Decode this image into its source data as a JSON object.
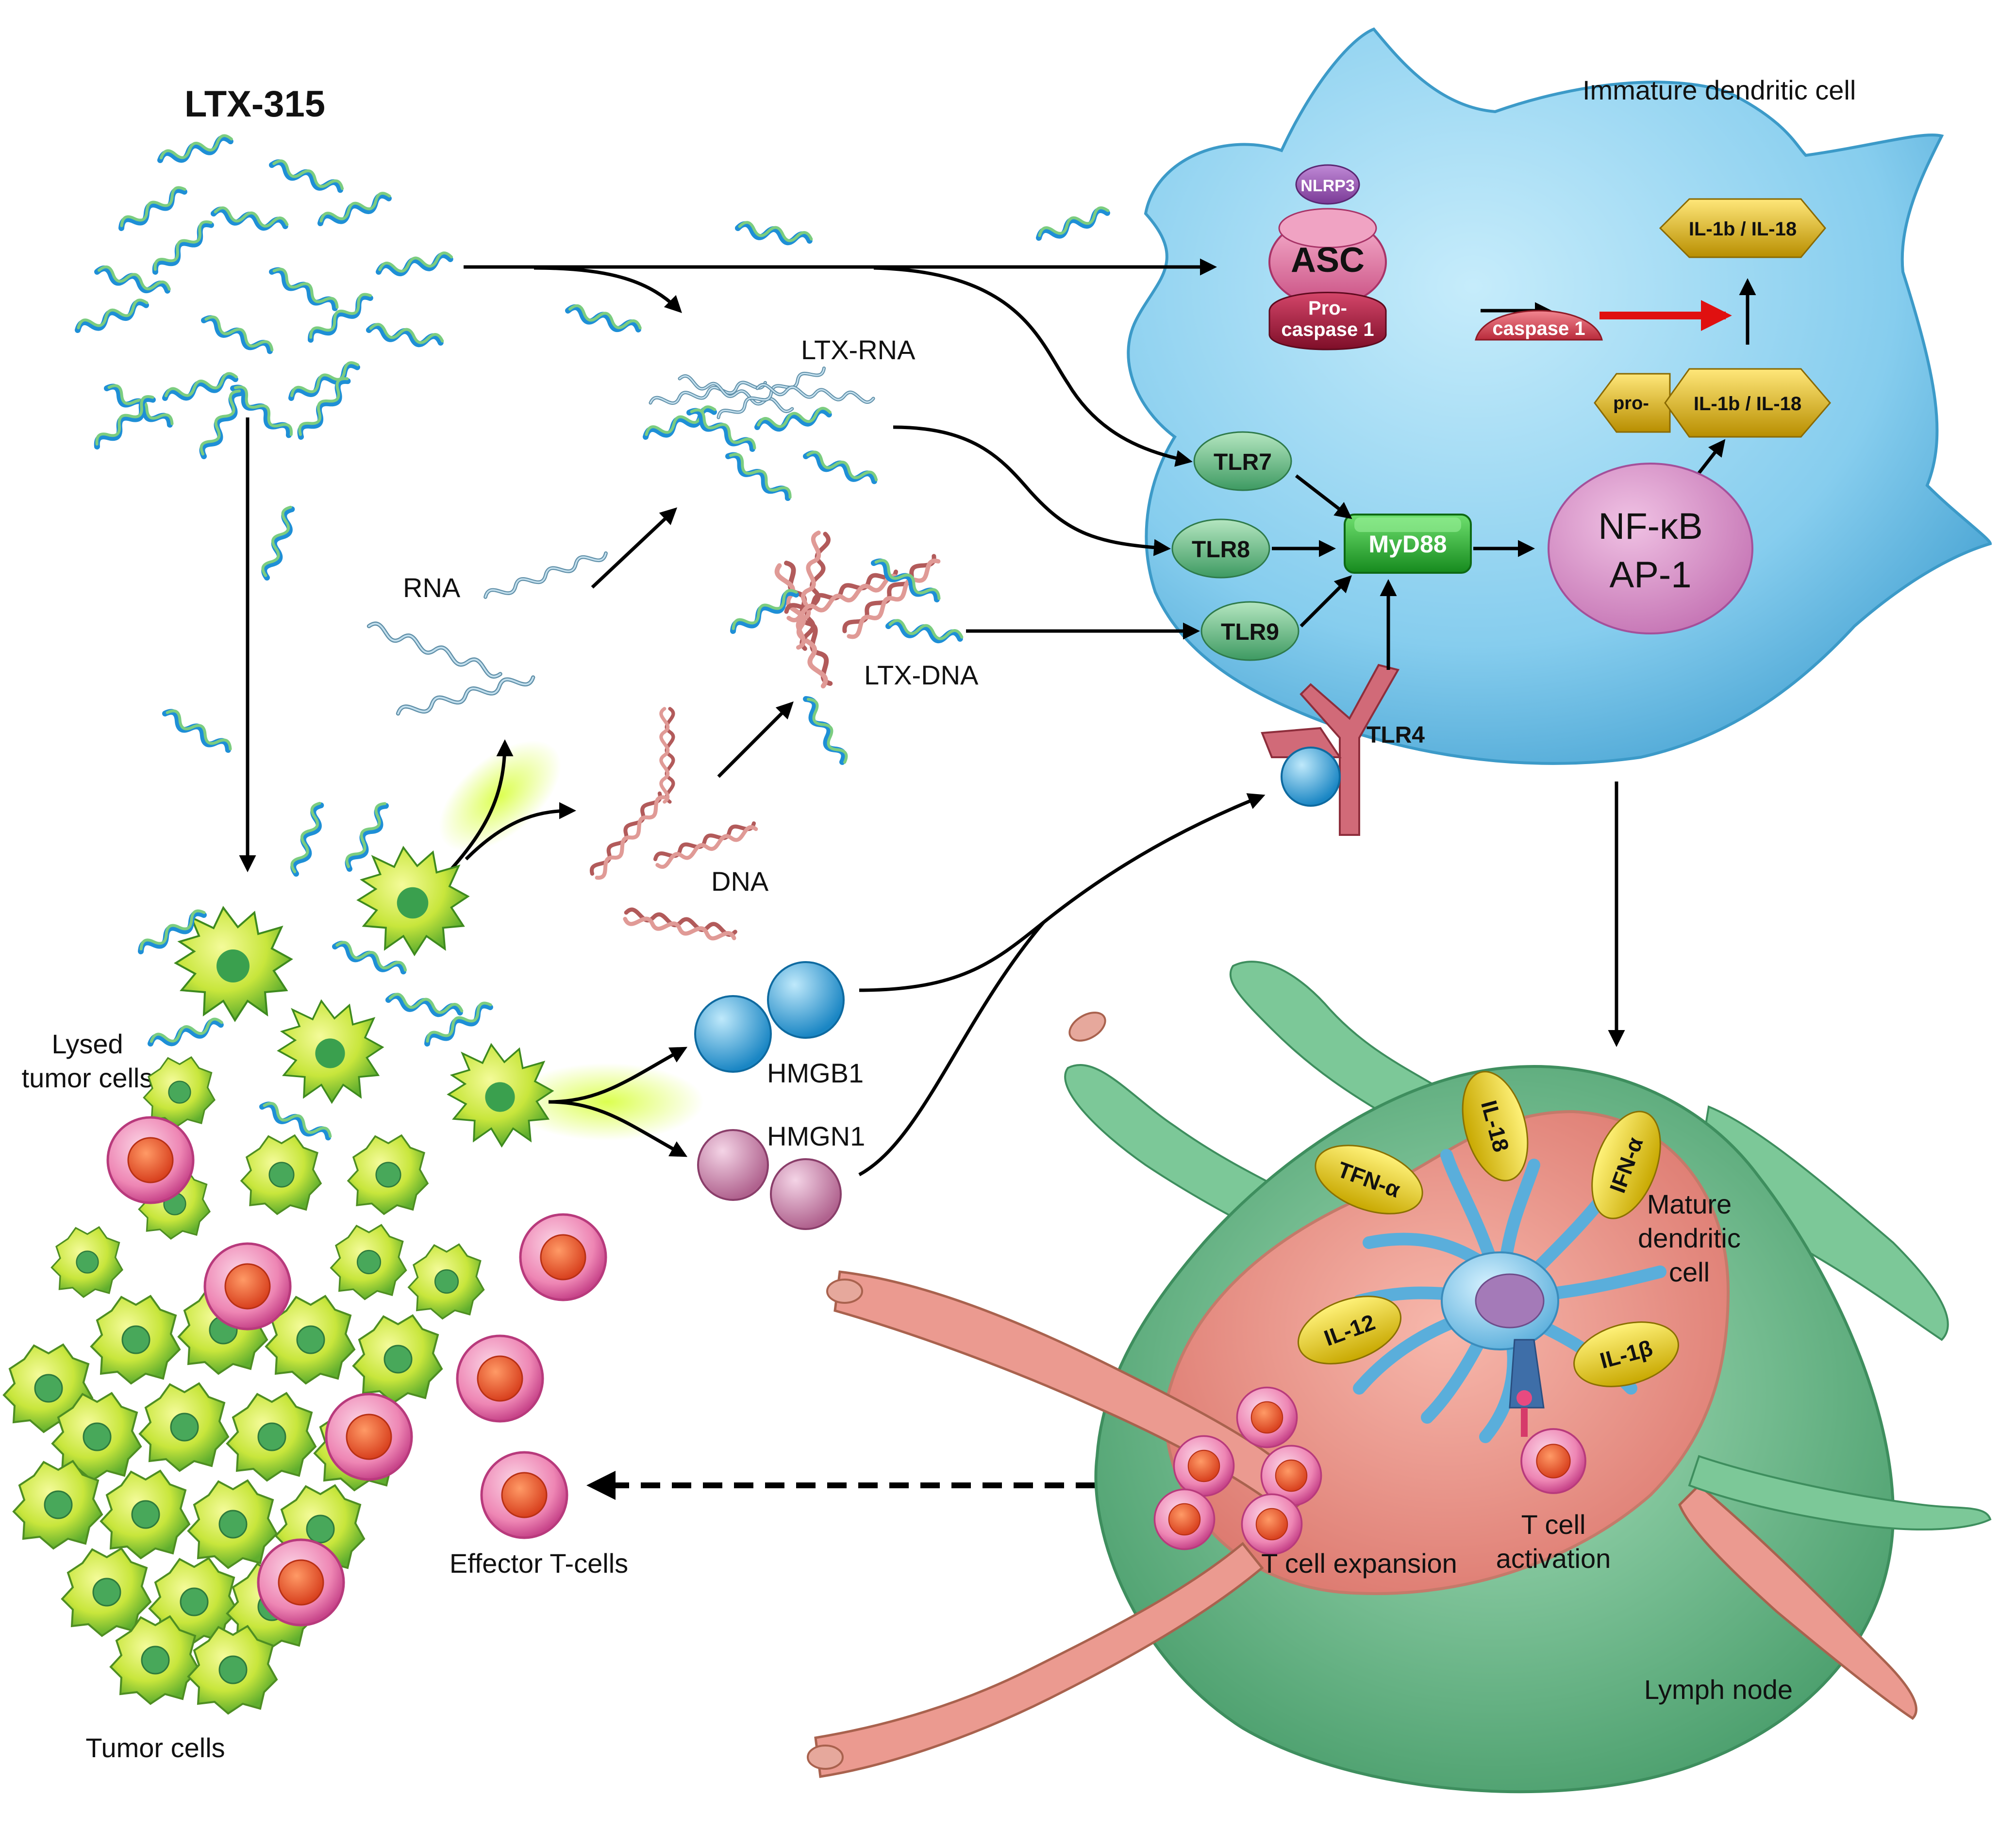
{
  "labels": {
    "ltx315": "LTX-315",
    "immature_dc": "Immature dendritic cell",
    "ltx_rna": "LTX-RNA",
    "rna": "RNA",
    "ltx_dna": "LTX-DNA",
    "dna": "DNA",
    "lysed_1": "Lysed",
    "lysed_2": "tumor cells",
    "tumor_cells": "Tumor cells",
    "hmgb1": "HMGB1",
    "hmgn1": "HMGN1",
    "effector_t": "Effector T-cells",
    "t_expansion": "T cell expansion",
    "t_activation_1": "T cell",
    "t_activation_2": "activation",
    "lymph_node": "Lymph node",
    "mature_1": "Mature",
    "mature_2": "dendritic",
    "mature_3": "cell"
  },
  "molecules": {
    "nlrp3": "NLRP3",
    "asc": "ASC",
    "procaspase_1": "Pro-",
    "procaspase_2": "caspase 1",
    "caspase1": "caspase 1",
    "il1b_il18_top": "IL-1b / IL-18",
    "pro": "pro-",
    "il1b_il18_pro": "IL-1b / IL-18",
    "tlr7": "TLR7",
    "tlr8": "TLR8",
    "tlr9": "TLR9",
    "tlr4": "TLR4",
    "myd88": "MyD88",
    "nfkb": "NF-κB",
    "ap1": "AP-1"
  },
  "cytokines": {
    "tfn_a": "TFN-α",
    "il18": "IL-18",
    "ifn_a": "IFN-α",
    "il12": "IL-12",
    "il1b": "IL-1β"
  },
  "colors": {
    "dc_body": "#8fd0ee",
    "tlr": "#6cc08a",
    "myd88": "#22a22a",
    "nfkb": "#d78bc8",
    "cytokine": "#e6c400",
    "il_diamond": "#d4a800",
    "asc": "#e0719f",
    "procaspase": "#a51e3c",
    "caspase": "#d84a5a",
    "red_arrow": "#e01010",
    "peptide_blue": "#1e8fd6",
    "peptide_green": "#5cb86a",
    "lymph_outer": "#77c494",
    "lymph_inner": "#eb9488",
    "tcell": "#e874a6",
    "tumor": "#c8e63c",
    "hmgb1": "#2aa0d8",
    "hmgn1": "#c87aa8"
  }
}
